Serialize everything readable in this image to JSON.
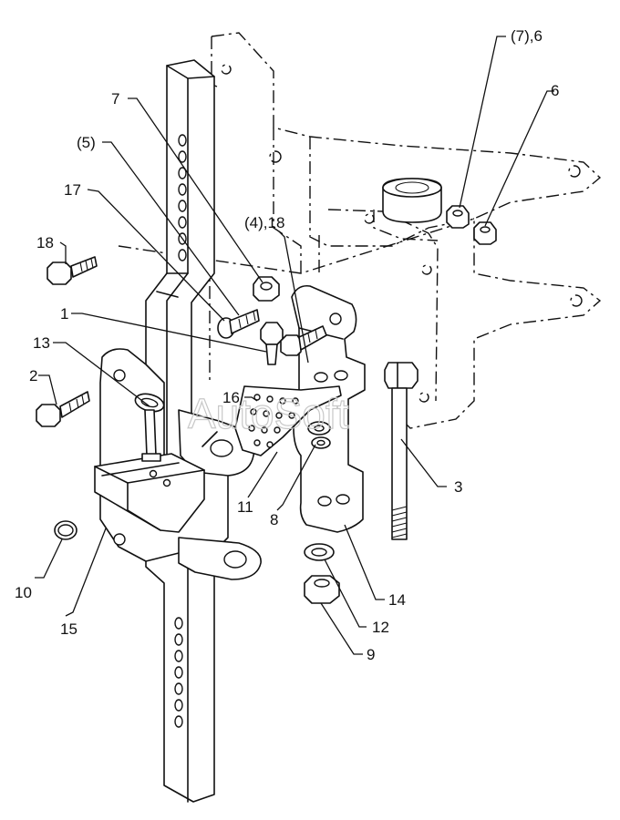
{
  "watermark": "AutoSoft",
  "callouts": [
    {
      "id": "c-7-6",
      "text": "(7),6"
    },
    {
      "id": "c-6",
      "text": "6"
    },
    {
      "id": "c-7",
      "text": "7"
    },
    {
      "id": "c-5p",
      "text": "(5)"
    },
    {
      "id": "c-17",
      "text": "17"
    },
    {
      "id": "c-18",
      "text": "18"
    },
    {
      "id": "c-4-18",
      "text": "(4),18"
    },
    {
      "id": "c-1",
      "text": "1"
    },
    {
      "id": "c-13",
      "text": "13"
    },
    {
      "id": "c-2",
      "text": "2"
    },
    {
      "id": "c-16",
      "text": "16"
    },
    {
      "id": "c-11",
      "text": "11"
    },
    {
      "id": "c-8",
      "text": "8"
    },
    {
      "id": "c-3",
      "text": "3"
    },
    {
      "id": "c-10",
      "text": "10"
    },
    {
      "id": "c-15",
      "text": "15"
    },
    {
      "id": "c-14",
      "text": "14"
    },
    {
      "id": "c-12",
      "text": "12"
    },
    {
      "id": "c-9",
      "text": "9"
    }
  ]
}
